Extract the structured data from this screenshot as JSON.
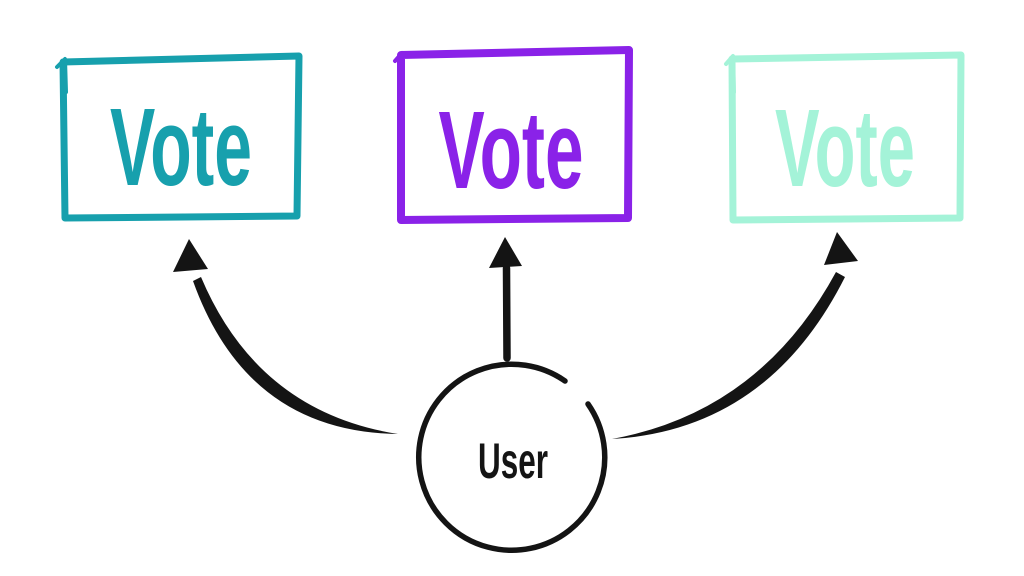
{
  "diagram": {
    "description": "User votes fan-out diagram",
    "ink_color": "#141414",
    "background": "#ffffff",
    "nodes": [
      {
        "id": "vote-teal",
        "label": "Vote",
        "color": "#17a0ad",
        "shape": "rectangle"
      },
      {
        "id": "vote-purple",
        "label": "Vote",
        "color": "#8a22e8",
        "shape": "rectangle"
      },
      {
        "id": "vote-mint",
        "label": "Vote",
        "color": "#a4f3d8",
        "shape": "rectangle"
      },
      {
        "id": "user",
        "label": "User",
        "color": "#141414",
        "shape": "circle"
      }
    ],
    "edges": [
      {
        "from": "user",
        "to": "vote-teal",
        "style": "curved-arrow"
      },
      {
        "from": "user",
        "to": "vote-purple",
        "style": "straight-arrow"
      },
      {
        "from": "user",
        "to": "vote-mint",
        "style": "curved-arrow"
      }
    ]
  }
}
